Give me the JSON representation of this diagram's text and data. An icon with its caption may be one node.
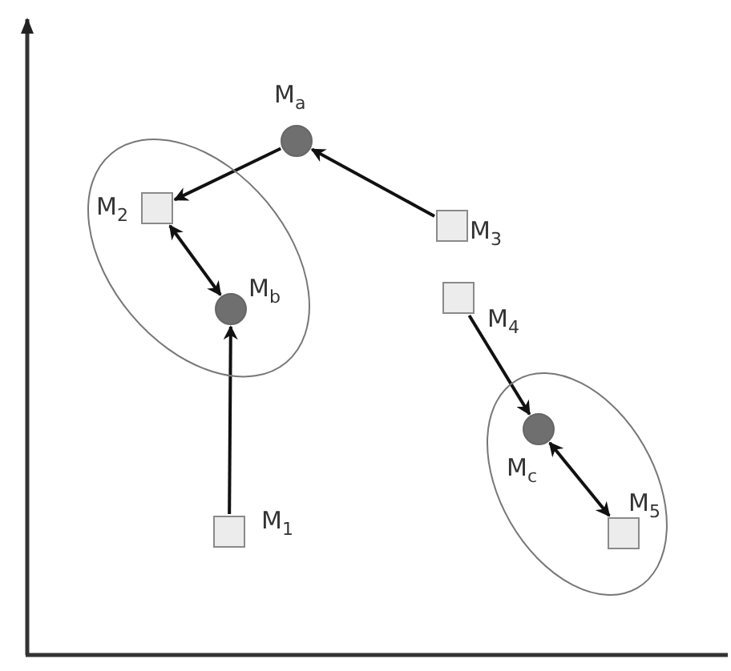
{
  "diagram": {
    "nodes": [
      {
        "text": [],
        "shape": "circle",
        "beside": [
          "M$_{a}$"
        ]
      },
      {
        "text": [],
        "shape": "ellipse"
      },
      {
        "text": [],
        "shape": "box",
        "beside": [
          "M$_{2}$"
        ],
        "in": 1
      },
      {
        "text": [],
        "shape": "circle",
        "beside": [
          "M$_{b}$"
        ],
        "in": 1
      },
      {
        "text": [],
        "shape": "box",
        "beside": [
          "M$_{3}$"
        ]
      },
      {
        "text": [],
        "shape": "box",
        "beside": [
          "M$_{4}$"
        ]
      },
      {
        "text": [],
        "shape": "ellipse"
      },
      {
        "text": [],
        "shape": "circle",
        "beside": [
          "M$_{c}$"
        ],
        "in": 6
      },
      {
        "text": [],
        "shape": "box",
        "beside": [
          "M$_{5}$"
        ],
        "in": 6
      },
      {
        "text": [],
        "shape": "box",
        "beside": [
          "M$_{1}$"
        ]
      }
    ],
    "edges": [
      {
        "from": 4,
        "to": 0,
        "arrow": "to"
      },
      {
        "from": 0,
        "to": 2,
        "arrow": "to"
      },
      {
        "from": 2,
        "to": 3,
        "arrow": "both"
      },
      {
        "from": 9,
        "to": 3,
        "arrow": "to"
      },
      {
        "from": 5,
        "to": 7,
        "arrow": "to"
      },
      {
        "from": 7,
        "to": 8,
        "arrow": "both"
      }
    ]
  }
}
